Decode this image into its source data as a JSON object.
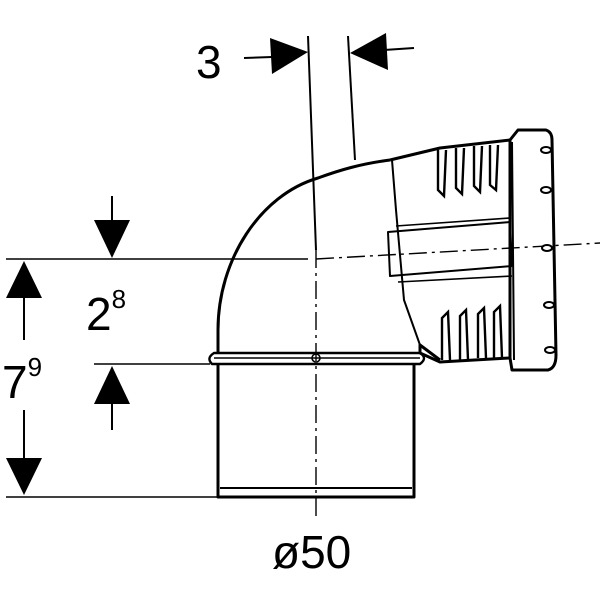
{
  "dimensions": {
    "offset": {
      "value": "3"
    },
    "height_upper": {
      "value": "2",
      "superscript": "8"
    },
    "height_total": {
      "value": "7",
      "superscript": "9"
    },
    "diameter": {
      "value": "ø50"
    }
  },
  "colors": {
    "stroke": "#000000",
    "background": "#ffffff"
  }
}
